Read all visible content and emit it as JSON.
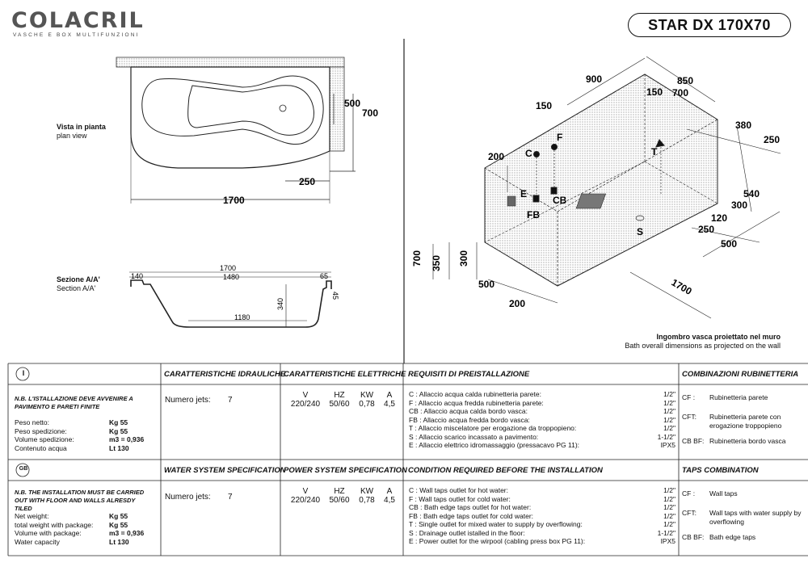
{
  "header": {
    "brand": "COLACRIL",
    "brand_sub": "VASCHE E BOX MULTIFUNZIONI",
    "model": "STAR DX 170X70"
  },
  "plan": {
    "label_it": "Vista in pianta",
    "label_en": "plan view",
    "dim_500": "500",
    "dim_700": "700",
    "dim_250": "250",
    "dim_1700": "1700"
  },
  "section": {
    "label_it": "Sezione A/A'",
    "label_en": "Section A/A'",
    "dim_1700": "1700",
    "dim_140": "140",
    "dim_1480": "1480",
    "dim_65": "65",
    "dim_45": "45",
    "dim_340": "340",
    "dim_1180": "1180"
  },
  "iso": {
    "d900": "900",
    "d150a": "150",
    "d150b": "150",
    "d850": "850",
    "d700": "700",
    "d380": "380",
    "d250a": "250",
    "d200a": "200",
    "d540": "540",
    "d300a": "300",
    "d120": "120",
    "d250b": "250",
    "d500a": "500",
    "d1700": "1700",
    "d700v": "700",
    "d350": "350",
    "d300v": "300",
    "d500b": "500",
    "d200b": "200",
    "lC": "C",
    "lF": "F",
    "lE": "E",
    "lT": "T",
    "lFB": "FB",
    "lCB": "CB",
    "lS": "S",
    "note_it": "Ingombro vasca proiettato nel muro",
    "note_en": "Bath overall dimensions as projected on the wall"
  },
  "it": {
    "flag": "I",
    "h_hydraulic": "CARATTERISTICHE IDRAULICHE",
    "h_electric": "CARATTERISTICHE ELETTRICHE",
    "h_req": "REQUISITI DI PREISTALLAZIONE",
    "h_taps": "COMBINAZIONI RUBINETTERIA",
    "nb": "N.B. L'ISTALLAZIONE DEVE AVVENIRE A PAVIMENTO E PARETI FINITE",
    "weights": [
      {
        "k": "Peso netto:",
        "v": "Kg 55"
      },
      {
        "k": "Peso spedizione:",
        "v": "Kg 55"
      },
      {
        "k": "Volume spedizione:",
        "v": "m3 = 0,936"
      },
      {
        "k": "Contenuto acqua",
        "v": "Lt 130"
      }
    ],
    "jets_label": "Numero jets:",
    "jets": "7",
    "elec_h": [
      "V",
      "HZ",
      "KW",
      "A"
    ],
    "elec_v": [
      "220/240",
      "50/60",
      "0,78",
      "4,5"
    ],
    "reqs": [
      {
        "t": "C : Allaccio acqua calda rubinetteria parete:",
        "v": "1/2\""
      },
      {
        "t": "F : Allaccio acqua fredda rubinetteria parete:",
        "v": "1/2\""
      },
      {
        "t": "CB : Allaccio acqua calda bordo vasca:",
        "v": "1/2\""
      },
      {
        "t": "FB : Allaccio acqua fredda bordo vasca:",
        "v": "1/2\""
      },
      {
        "t": "T : Allaccio miscelatore per erogazione da troppopieno:",
        "v": "1/2\""
      },
      {
        "t": "S : Allaccio scarico incassato a pavimento:",
        "v": "1-1/2\""
      },
      {
        "t": "E : Allaccio elettrico idromassaggio (pressacavo PG 11):",
        "v": "IPX5"
      }
    ],
    "taps": [
      {
        "c": "CF :",
        "t": "Rubinetteria parete"
      },
      {
        "c": "CFT:",
        "t": "Rubinetteria parete con erogazione troppopieno"
      },
      {
        "c": "CB BF:",
        "t": "Rubinetteria bordo vasca"
      }
    ]
  },
  "gb": {
    "flag": "GB",
    "h_hydraulic": "WATER SYSTEM SPECIFICATION",
    "h_electric": "POWER SYSTEM SPECIFICATION",
    "h_req": "CONDITION REQUIRED BEFORE THE INSTALLATION",
    "h_taps": "TAPS COMBINATION",
    "nb": "N.B. THE INSTALLATION MUST BE CARRIED OUT WITH FLOOR AND WALLS ALRESDY TILED",
    "weights": [
      {
        "k": "Net weight:",
        "v": "Kg 55"
      },
      {
        "k": "total weight with package:",
        "v": "Kg 55"
      },
      {
        "k": "Volume with package:",
        "v": "m3 = 0,936"
      },
      {
        "k": "Water capacity",
        "v": "Lt 130"
      }
    ],
    "jets_label": "Numero jets:",
    "jets": "7",
    "elec_h": [
      "V",
      "HZ",
      "KW",
      "A"
    ],
    "elec_v": [
      "220/240",
      "50/60",
      "0,78",
      "4,5"
    ],
    "reqs": [
      {
        "t": "C : Wall taps outlet for hot water:",
        "v": "1/2\""
      },
      {
        "t": "F : Wall taps outlet for cold water:",
        "v": "1/2\""
      },
      {
        "t": "CB : Bath edge taps outlet for hot water:",
        "v": "1/2\""
      },
      {
        "t": "FB : Bath edge taps outlet for cold water:",
        "v": "1/2\""
      },
      {
        "t": "T : Single outlet for mixed water to supply by overflowing:",
        "v": "1/2\""
      },
      {
        "t": "S : Drainage outlet istalled in the floor:",
        "v": "1-1/2\""
      },
      {
        "t": "E : Power outlet for the wirpool (cabling press box PG 11):",
        "v": "IPX5"
      }
    ],
    "taps": [
      {
        "c": "CF :",
        "t": "Wall taps"
      },
      {
        "c": "CFT:",
        "t": "Wall taps with water supply by overflowing"
      },
      {
        "c": "CB BF:",
        "t": "Bath edge taps"
      }
    ]
  }
}
